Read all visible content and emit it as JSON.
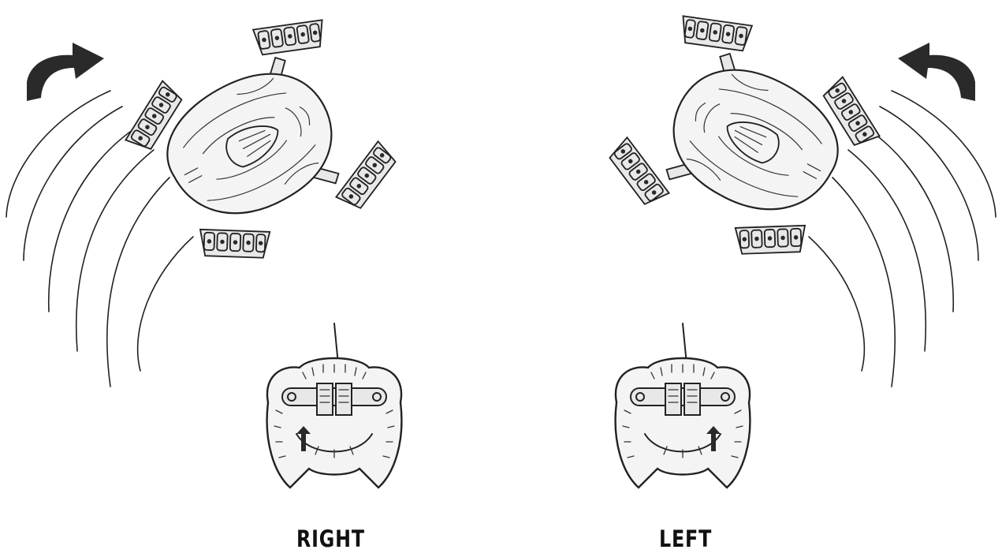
{
  "panels": [
    {
      "id": "right",
      "caption": "RIGHT",
      "turn_direction": "clockwise",
      "turn_arrow_icon": "curved-arrow-right-icon",
      "controller_active_lever": "left"
    },
    {
      "id": "left",
      "caption": "LEFT",
      "turn_direction": "counterclockwise",
      "turn_arrow_icon": "curved-arrow-left-icon",
      "controller_active_lever": "right"
    }
  ],
  "colors": {
    "ink": "#222222",
    "background": "#ffffff"
  }
}
